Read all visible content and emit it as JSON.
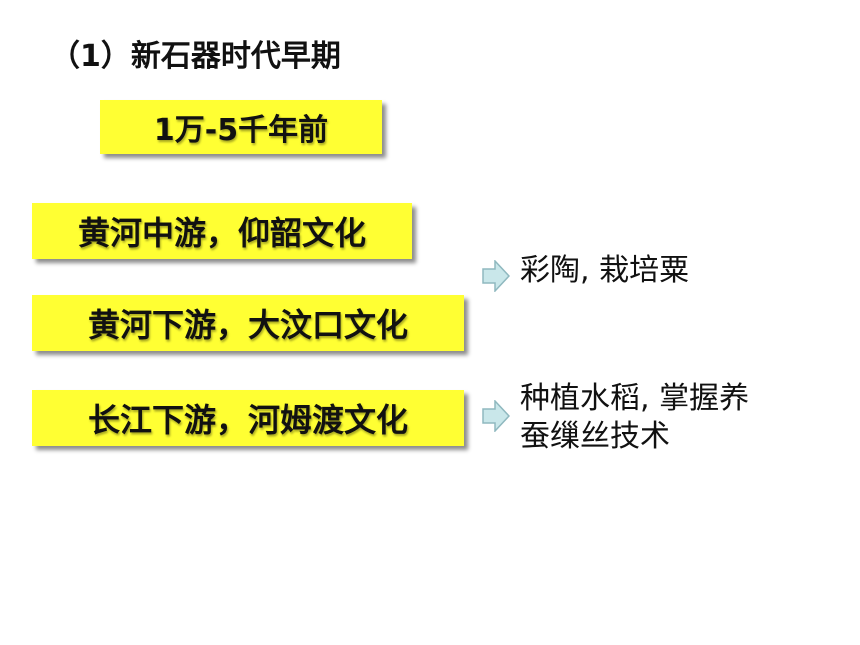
{
  "heading": "（1）新石器时代早期",
  "period": "1万-5千年前",
  "cultures": {
    "yangshao": "黄河中游，仰韶文化",
    "dawenkou": "黄河下游，大汶口文化",
    "hemudu": "长江下游，河姆渡文化"
  },
  "notes": {
    "yellow_river": "彩陶, 栽培粟",
    "yangtze_line1": "种植水稻, 掌握养",
    "yangtze_line2": "蚕缫丝技术"
  },
  "colors": {
    "box_fill": "#ffff33",
    "arrow_fill": "#c9e7ea",
    "arrow_stroke": "#8fb8bf"
  },
  "icons": {
    "arrow": "arrow-right-icon"
  }
}
